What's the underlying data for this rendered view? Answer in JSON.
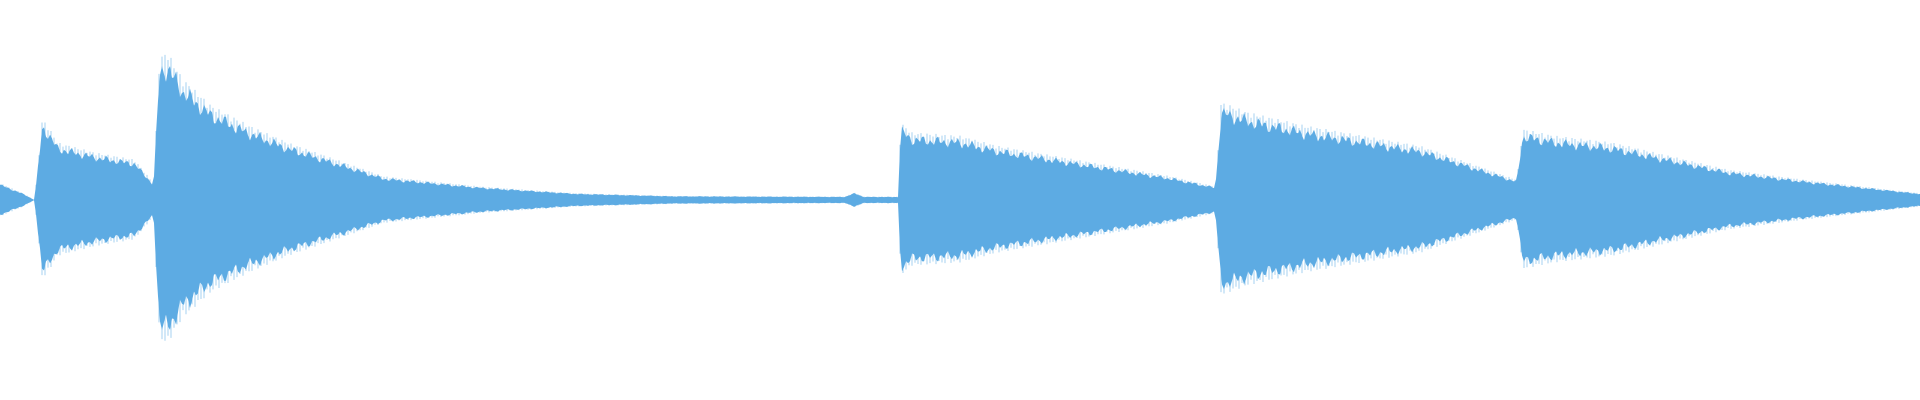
{
  "waveform": {
    "color": "#5dabe3",
    "background": "#ffffff",
    "amplitude_envelope": [
      [
        0.0,
        0.05
      ],
      [
        0.012,
        0.02
      ],
      [
        0.018,
        0.0
      ],
      [
        0.022,
        0.24
      ],
      [
        0.025,
        0.22
      ],
      [
        0.03,
        0.17
      ],
      [
        0.05,
        0.14
      ],
      [
        0.07,
        0.12
      ],
      [
        0.08,
        0.05
      ],
      [
        0.083,
        0.42
      ],
      [
        0.087,
        0.44
      ],
      [
        0.095,
        0.36
      ],
      [
        0.11,
        0.28
      ],
      [
        0.13,
        0.22
      ],
      [
        0.15,
        0.17
      ],
      [
        0.17,
        0.13
      ],
      [
        0.2,
        0.07
      ],
      [
        0.25,
        0.04
      ],
      [
        0.3,
        0.02
      ],
      [
        0.35,
        0.012
      ],
      [
        0.44,
        0.01
      ],
      [
        0.445,
        0.022
      ],
      [
        0.45,
        0.01
      ],
      [
        0.468,
        0.01
      ],
      [
        0.469,
        0.23
      ],
      [
        0.475,
        0.2
      ],
      [
        0.5,
        0.19
      ],
      [
        0.52,
        0.16
      ],
      [
        0.55,
        0.13
      ],
      [
        0.58,
        0.1
      ],
      [
        0.61,
        0.07
      ],
      [
        0.633,
        0.04
      ],
      [
        0.636,
        0.29
      ],
      [
        0.65,
        0.26
      ],
      [
        0.68,
        0.22
      ],
      [
        0.71,
        0.19
      ],
      [
        0.74,
        0.16
      ],
      [
        0.79,
        0.06
      ],
      [
        0.793,
        0.21
      ],
      [
        0.81,
        0.19
      ],
      [
        0.84,
        0.17
      ],
      [
        0.87,
        0.13
      ],
      [
        0.9,
        0.09
      ],
      [
        0.94,
        0.06
      ],
      [
        0.97,
        0.04
      ],
      [
        1.0,
        0.02
      ]
    ]
  }
}
